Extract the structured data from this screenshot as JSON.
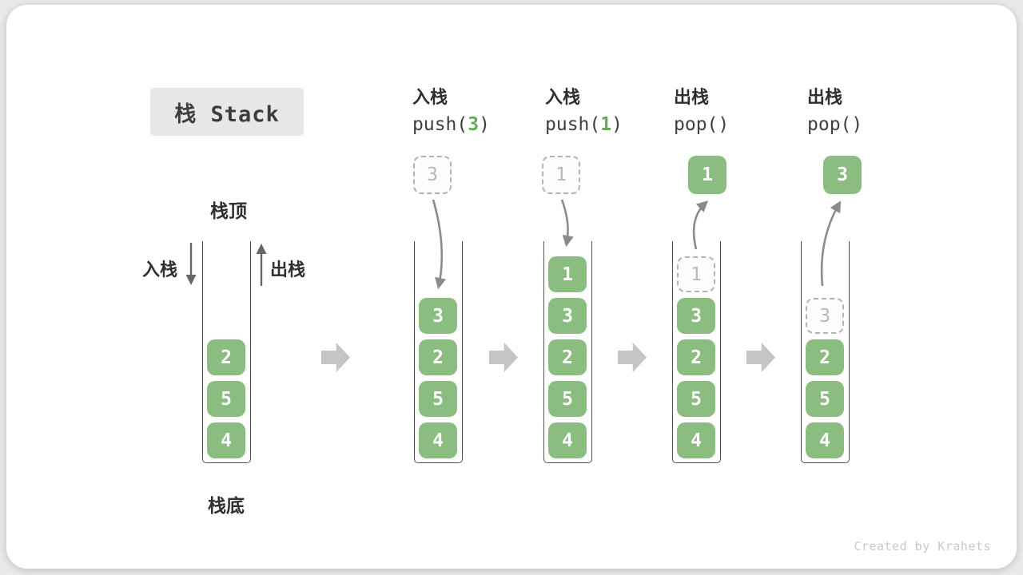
{
  "title": "栈 Stack",
  "watermark": "Created by Krahets",
  "colors": {
    "green": "#8bbd81",
    "code-green": "#67a957",
    "stroke": "#8b8b8b",
    "big-arrow": "#c5c5c5"
  },
  "left_labels": {
    "top": "栈顶",
    "bottom": "栈底",
    "push": "入栈",
    "pop": "出栈"
  },
  "columns": [
    {
      "items": [
        "2",
        "5",
        "4"
      ]
    },
    {
      "op": "入栈",
      "fn": "push(",
      "arg": "3",
      "close": ")",
      "float": "3",
      "items": [
        "3",
        "2",
        "5",
        "4"
      ]
    },
    {
      "op": "入栈",
      "fn": "push(",
      "arg": "1",
      "close": ")",
      "float": "1",
      "items": [
        "1",
        "3",
        "2",
        "5",
        "4"
      ]
    },
    {
      "op": "出栈",
      "fn": "pop(",
      "arg": "",
      "close": ")",
      "float": "1",
      "ghost": "1",
      "items": [
        "3",
        "2",
        "5",
        "4"
      ]
    },
    {
      "op": "出栈",
      "fn": "pop(",
      "arg": "",
      "close": ")",
      "float": "3",
      "ghost": "3",
      "items": [
        "2",
        "5",
        "4"
      ]
    }
  ]
}
